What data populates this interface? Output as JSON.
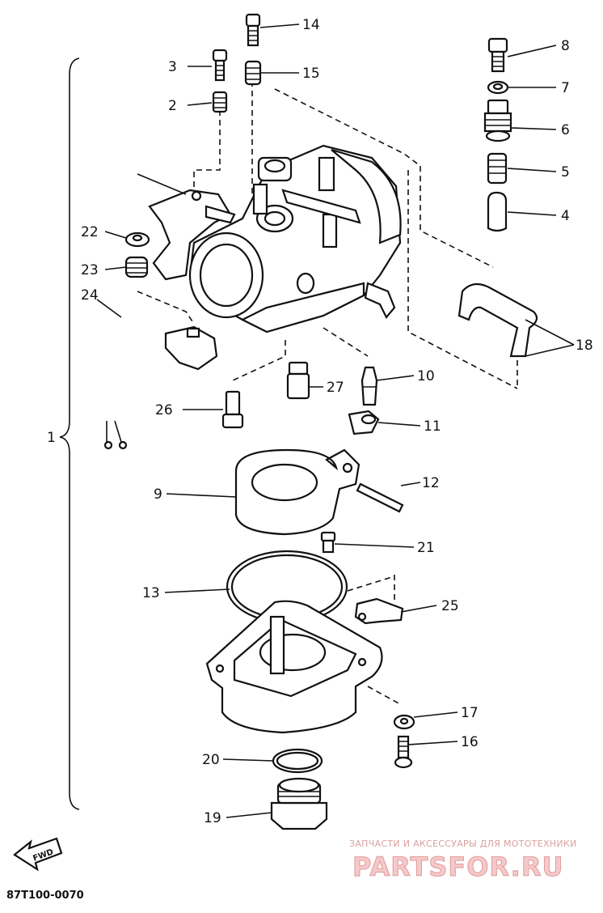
{
  "diagram": {
    "code": "87T100-0070",
    "fwd_label": "FWD",
    "watermark_line1": "ЗАПЧАСТИ И АКСЕССУАРЫ ДЛЯ МОТОТЕХНИКИ",
    "watermark_line2": "PARTSFOR.RU"
  },
  "callouts": [
    {
      "id": "1",
      "label": "1"
    },
    {
      "id": "2",
      "label": "2"
    },
    {
      "id": "3",
      "label": "3"
    },
    {
      "id": "4",
      "label": "4"
    },
    {
      "id": "5",
      "label": "5"
    },
    {
      "id": "6",
      "label": "6"
    },
    {
      "id": "7",
      "label": "7"
    },
    {
      "id": "8",
      "label": "8"
    },
    {
      "id": "9",
      "label": "9"
    },
    {
      "id": "10",
      "label": "10"
    },
    {
      "id": "11",
      "label": "11"
    },
    {
      "id": "12",
      "label": "12"
    },
    {
      "id": "13",
      "label": "13"
    },
    {
      "id": "14",
      "label": "14"
    },
    {
      "id": "15",
      "label": "15"
    },
    {
      "id": "16",
      "label": "16"
    },
    {
      "id": "17",
      "label": "17"
    },
    {
      "id": "18",
      "label": "18"
    },
    {
      "id": "19",
      "label": "19"
    },
    {
      "id": "20",
      "label": "20"
    },
    {
      "id": "21",
      "label": "21"
    },
    {
      "id": "22",
      "label": "22"
    },
    {
      "id": "23",
      "label": "23"
    },
    {
      "id": "24",
      "label": "24"
    },
    {
      "id": "25",
      "label": "25"
    },
    {
      "id": "26",
      "label": "26"
    },
    {
      "id": "27",
      "label": "27"
    }
  ]
}
